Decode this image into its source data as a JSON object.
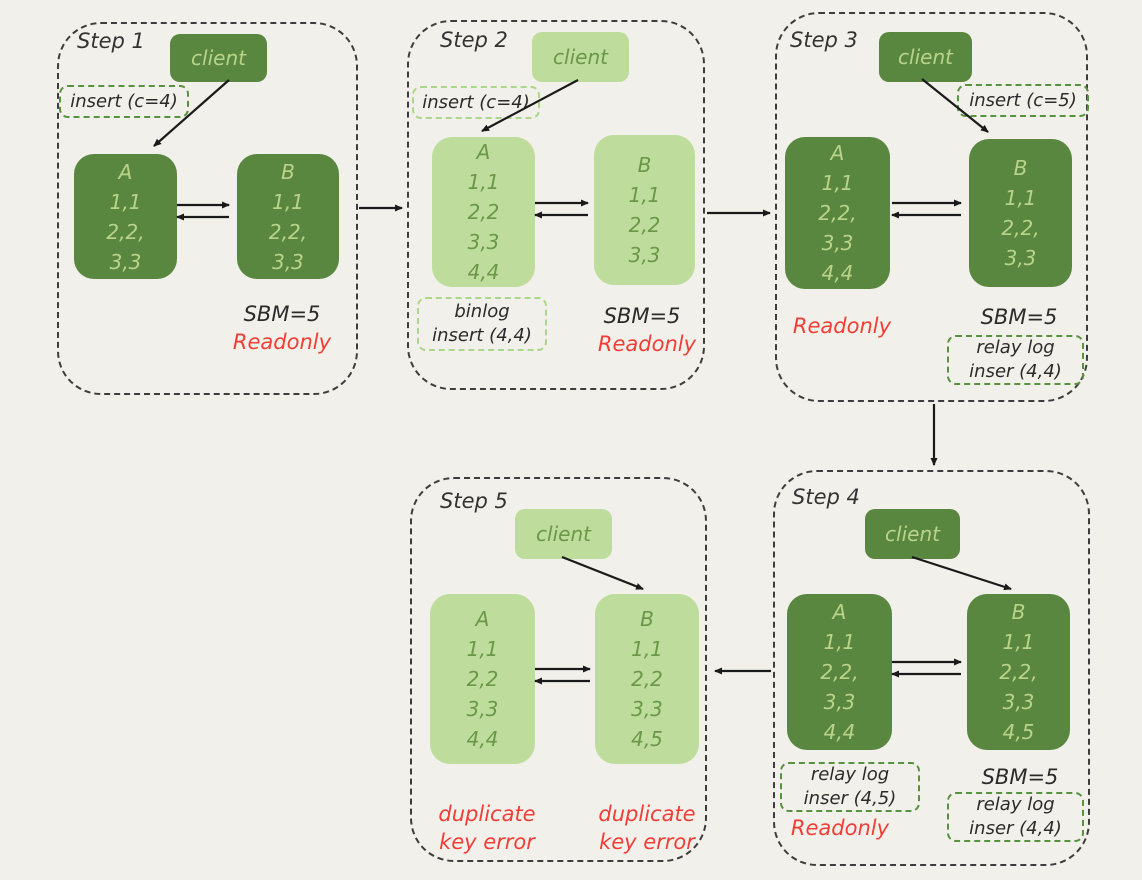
{
  "colors": {
    "background": "#f2f0ea",
    "panel_border": "#3d3d3d",
    "dark_green": "#5a8740",
    "dark_green_text": "#b9d48a",
    "light_green": "#bedc9c",
    "light_green_text": "#6b9749",
    "annotation_border_dark": "#57923f",
    "annotation_border_light": "#aad789",
    "annotation_text": "#2b2b2b",
    "red": "#f03e36",
    "arrow": "#1a1a1a"
  },
  "steps": [
    {
      "label": "Step 1",
      "client_label": "client",
      "insert_note": "insert (c=4)",
      "node_a": {
        "title": "A",
        "rows": [
          "1,1",
          "2,2,",
          "3,3"
        ]
      },
      "node_b": {
        "title": "B",
        "rows": [
          "1,1",
          "2,2,",
          "3,3"
        ]
      },
      "sbm": "SBM=5",
      "readonly": "Readonly"
    },
    {
      "label": "Step 2",
      "client_label": "client",
      "insert_note": "insert (c=4)",
      "node_a": {
        "title": "A",
        "rows": [
          "1,1",
          "2,2",
          "3,3",
          "4,4"
        ]
      },
      "node_b": {
        "title": "B",
        "rows": [
          "1,1",
          "2,2",
          "3,3"
        ]
      },
      "binlog_note": {
        "line1": "binlog",
        "line2": "insert (4,4)"
      },
      "sbm": "SBM=5",
      "readonly": "Readonly"
    },
    {
      "label": "Step 3",
      "client_label": "client",
      "insert_note": "insert (c=5)",
      "node_a": {
        "title": "A",
        "rows": [
          "1,1",
          "2,2,",
          "3,3",
          "4,4"
        ]
      },
      "node_b": {
        "title": "B",
        "rows": [
          "1,1",
          "2,2,",
          "3,3"
        ]
      },
      "readonly": "Readonly",
      "sbm": "SBM=5",
      "relay_note": {
        "line1": "relay log",
        "line2": "inser (4,4)"
      }
    },
    {
      "label": "Step 4",
      "client_label": "client",
      "node_a": {
        "title": "A",
        "rows": [
          "1,1",
          "2,2,",
          "3,3",
          "4,4"
        ]
      },
      "node_b": {
        "title": "B",
        "rows": [
          "1,1",
          "2,2,",
          "3,3",
          "4,5"
        ]
      },
      "relay_note_a": {
        "line1": "relay log",
        "line2": "inser (4,5)"
      },
      "readonly": "Readonly",
      "sbm": "SBM=5",
      "relay_note_b": {
        "line1": "relay log",
        "line2": "inser (4,4)"
      }
    },
    {
      "label": "Step 5",
      "client_label": "client",
      "node_a": {
        "title": "A",
        "rows": [
          "1,1",
          "2,2",
          "3,3",
          "4,4"
        ]
      },
      "node_b": {
        "title": "B",
        "rows": [
          "1,1",
          "2,2",
          "3,3",
          "4,5"
        ]
      },
      "error_a": {
        "line1": "duplicate",
        "line2": "key error"
      },
      "error_b": {
        "line1": "duplicate",
        "line2": "key error"
      }
    }
  ]
}
